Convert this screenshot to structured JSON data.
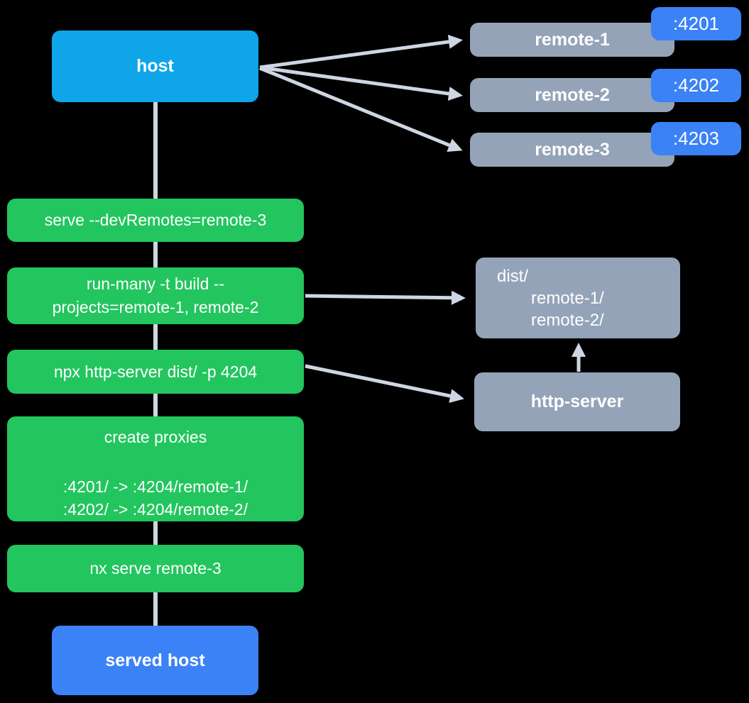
{
  "colors": {
    "background": "#000000",
    "host_box": "#0ea5e9",
    "remote_box": "#94a3b8",
    "port_badge": "#3b82f6",
    "step_box": "#23c55e",
    "served_host_box": "#3b82f6",
    "connector": "#ced6e3",
    "text": "#ffffff"
  },
  "nodes": {
    "host": {
      "label": "host"
    },
    "remotes": [
      {
        "label": "remote-1",
        "port": ":4201"
      },
      {
        "label": "remote-2",
        "port": ":4202"
      },
      {
        "label": "remote-3",
        "port": ":4203"
      }
    ],
    "steps": {
      "serve": "serve --devRemotes=remote-3",
      "run_many_line1": "run-many -t build --",
      "run_many_line2": "projects=remote-1, remote-2",
      "http_server_cmd": "npx http-server dist/ -p 4204",
      "proxies_title": "create proxies",
      "proxy_line1": ":4201/ -> :4204/remote-1/",
      "proxy_line2": ":4202/ -> :4204/remote-2/",
      "nx_serve": "nx serve remote-3"
    },
    "dist": {
      "root": "dist/",
      "child1": "remote-1/",
      "child2": "remote-2/"
    },
    "http_server": {
      "label": "http-server"
    },
    "served_host": {
      "label": "served host"
    }
  }
}
